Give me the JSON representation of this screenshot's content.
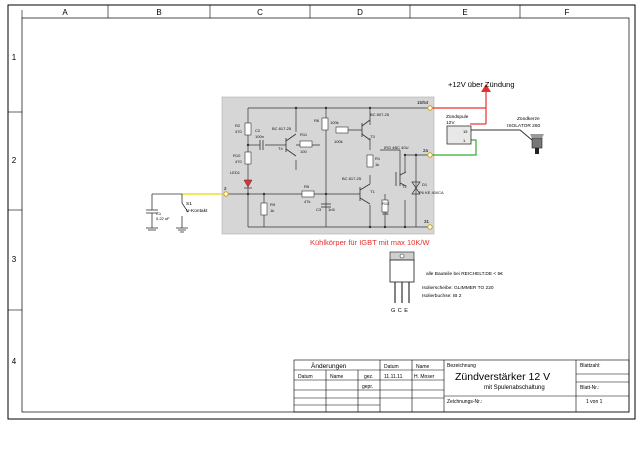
{
  "frame": {
    "columns": [
      "A",
      "B",
      "C",
      "D",
      "E",
      "F"
    ],
    "rows": [
      "1",
      "2",
      "3",
      "4"
    ]
  },
  "supply_note": "+12V über Zündung",
  "heatsink_note": "Kühlkörper für IGBT mit max 10K/W",
  "coil": {
    "label": "Zündspule",
    "voltage": "12V",
    "pins": [
      "15",
      "1"
    ]
  },
  "isolator": {
    "label": "Zündkerze",
    "sublabel": "ISOLATOR 260"
  },
  "switch": {
    "name": "S1",
    "label": "U-Kontakt"
  },
  "cap_c1": {
    "name": "C1",
    "value": "0,22 uF"
  },
  "terminals": {
    "t15": "15/54",
    "t2a": "2a",
    "t2": "2",
    "t31": "31"
  },
  "components": {
    "r2": "R2",
    "r2v": "470",
    "r10": "R10",
    "r10v": "470",
    "c2": "C2",
    "c2v": "100n",
    "led": "LED1",
    "t4": "T4",
    "t4type": "BC 817-25",
    "r11": "R11",
    "r11v": "100",
    "r5v": "100k",
    "r6": "R6",
    "r6v": "100k",
    "t3": "T3",
    "t3type": "BC 807-25",
    "r1": "R1",
    "r1v": "1k",
    "t1type": "BC 817-25",
    "t1": "T1",
    "r9": "R9",
    "r9v": "1k",
    "r5": "R5",
    "r5b": "47k",
    "c3": "C3",
    "c3v": "1n5",
    "r12": "R12",
    "r12v": "10k",
    "igbt": "IRG 4BC 40U",
    "t2": "T2",
    "d1": "D1",
    "d1type": "P6 KE 400CA"
  },
  "parts_note": {
    "line1": "alle Bauteile bei REICHELT.DE < 5€",
    "line2": "Isolierscheibe: GLIMMER TO 220",
    "line3": "Isolierbuchse: IB 2"
  },
  "pinout": "G C E",
  "title_block": {
    "changes": "Änderungen",
    "date_hdr": "Datum",
    "name_hdr": "Name",
    "gez": "gez.",
    "gepr": "gepr.",
    "datum_val": "11.11.11",
    "name_val": "H. Moser",
    "bezeichnung": "Bezeichnung",
    "title": "Zündverstärker 12 V",
    "subtitle": "mit Spulenabschaltung",
    "zeichnungs_nr": "Zeichnungs-Nr.:",
    "blattzahl": "Blattzahl:",
    "blatt_nr": "Blatt-Nr.:",
    "sheet": "1 von 1"
  }
}
